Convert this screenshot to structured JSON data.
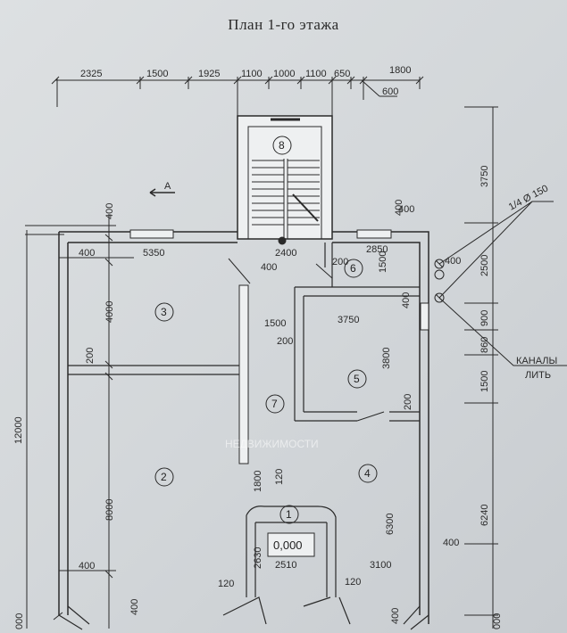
{
  "title": "План 1-го этажа",
  "top_dims": [
    "2325",
    "1500",
    "1925",
    "1100",
    "1000",
    "1100",
    "650",
    "1800",
    "600"
  ],
  "left_dims": [
    "400",
    "400",
    "4000",
    "200",
    "12000",
    "8000",
    "400",
    "400"
  ],
  "inner_dims": [
    "5350",
    "400",
    "2400",
    "200",
    "2850",
    "1500",
    "400",
    "1500",
    "3750",
    "200",
    "3800",
    "200",
    "1800",
    "120",
    "6300",
    "2630",
    "2510",
    "3100",
    "120",
    "120",
    "400",
    "400"
  ],
  "right_dims": [
    "3750",
    "2500",
    "400",
    "900",
    "860",
    "1500",
    "6240",
    "400",
    "400",
    "000",
    "000"
  ],
  "rooms": [
    "1",
    "2",
    "3",
    "4",
    "5",
    "6",
    "7",
    "8"
  ],
  "level_mark": "0,000",
  "section_mark": "А",
  "callout_pipe": "1/4 Ø 150",
  "callout_channel": "КАНАЛЫ",
  "callout_channel_2": "ЛИТЬ",
  "watermark": "НЕДВИЖИМОСТИ",
  "colors": {
    "paper": "#d6dadd",
    "ink": "#2a2a2a",
    "wall_fill": "#eef0f1"
  }
}
